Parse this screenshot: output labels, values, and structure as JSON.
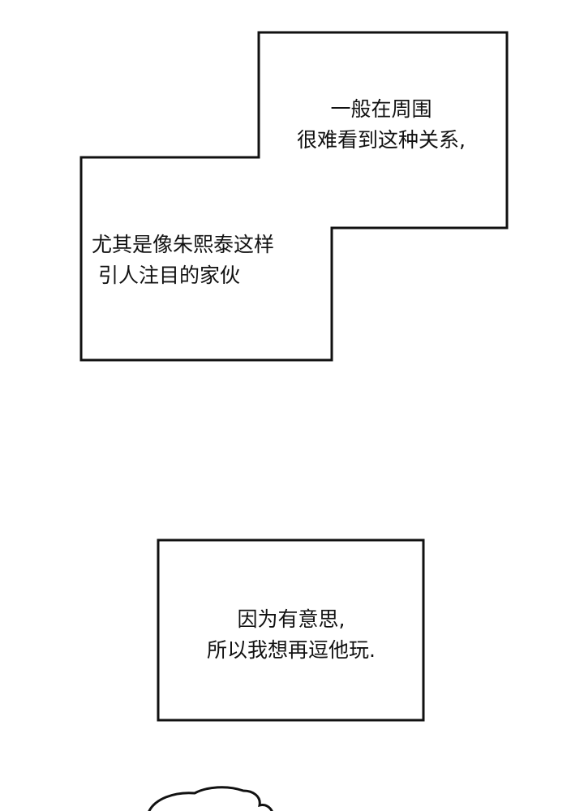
{
  "panels": [
    {
      "lines": [
        "一般在周围",
        "很难看到这种关系,"
      ]
    },
    {
      "lines": [
        "尤其是像朱熙泰这样",
        "引人注目的家伙"
      ]
    },
    {
      "lines": [
        "因为有意思,",
        "所以我想再逗他玩."
      ]
    }
  ],
  "colors": {
    "ink": "#111111",
    "background": "#ffffff"
  }
}
